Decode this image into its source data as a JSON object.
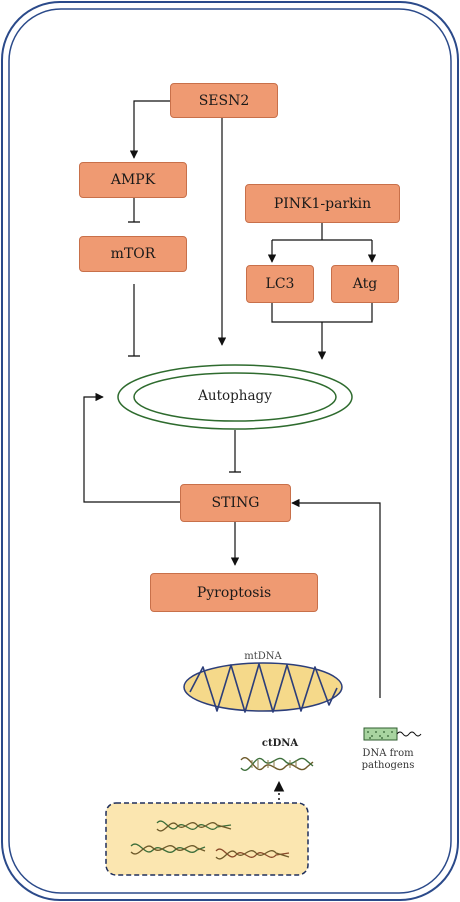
{
  "nodes": {
    "sesn2": "SESN2",
    "ampk": "AMPK",
    "mtor": "mTOR",
    "pink1_parkin": "PINK1-parkin",
    "lc3": "LC3",
    "atg": "Atg",
    "autophagy": "Autophagy",
    "sting": "STING",
    "pyroptosis": "Pyroptosis",
    "mtdna": "mtDNA",
    "ctdna": "ctDNA",
    "dna_from_pathogens": "DNA from pathogens"
  },
  "colors": {
    "box_fill": "#ef9a72",
    "box_border": "#c8704a",
    "cell_border": "#2b4a8a",
    "autophagy_ring": "#2e6b2e",
    "mito_fill": "#f5d98a",
    "mito_line": "#2c3e7a",
    "nucleus_fill": "#fbe6b0"
  }
}
